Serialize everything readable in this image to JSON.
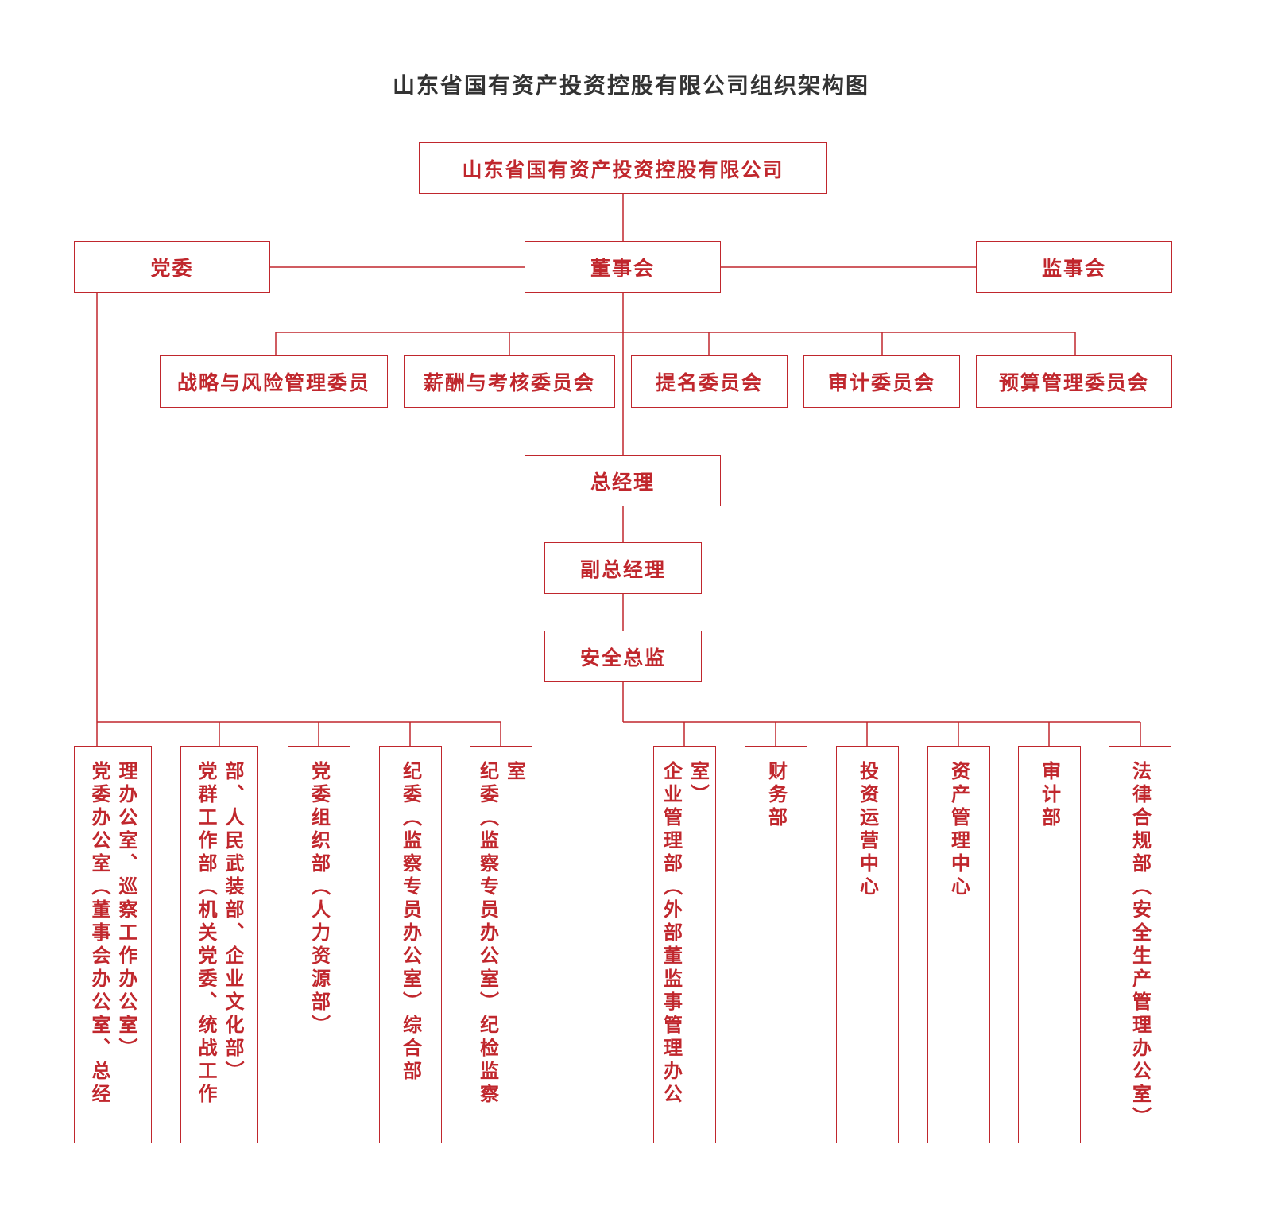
{
  "title": "山东省国有资产投资控股有限公司组织架构图",
  "colors": {
    "accent": "#c0272d",
    "title": "#333333"
  },
  "top": {
    "company": "山东省国有资产投资控股有限公司",
    "party_committee": "党委",
    "board": "董事会",
    "supervisory_board": "监事会"
  },
  "committees": [
    "战略与风险管理委员",
    "薪酬与考核委员会",
    "提名委员会",
    "审计委员会",
    "预算管理委员会"
  ],
  "management": {
    "general_manager": "总经理",
    "deputy_general_manager": "副总经理",
    "safety_director": "安全总监"
  },
  "party_departments": [
    "党委办公室（董事会办公室、总经理办公室、巡察工作办公室）",
    "党群工作部（机关党委、统战工作部、人民武装部、企业文化部）",
    "党委组织部（人力资源部）",
    "纪委（监察专员办公室）综合部",
    "纪委（监察专员办公室）纪检监察室"
  ],
  "business_departments": [
    "企业管理部（外部董监事管理办公室）",
    "财务部",
    "投资运营中心",
    "资产管理中心",
    "审计部",
    "法律合规部（安全生产管理办公室）"
  ]
}
